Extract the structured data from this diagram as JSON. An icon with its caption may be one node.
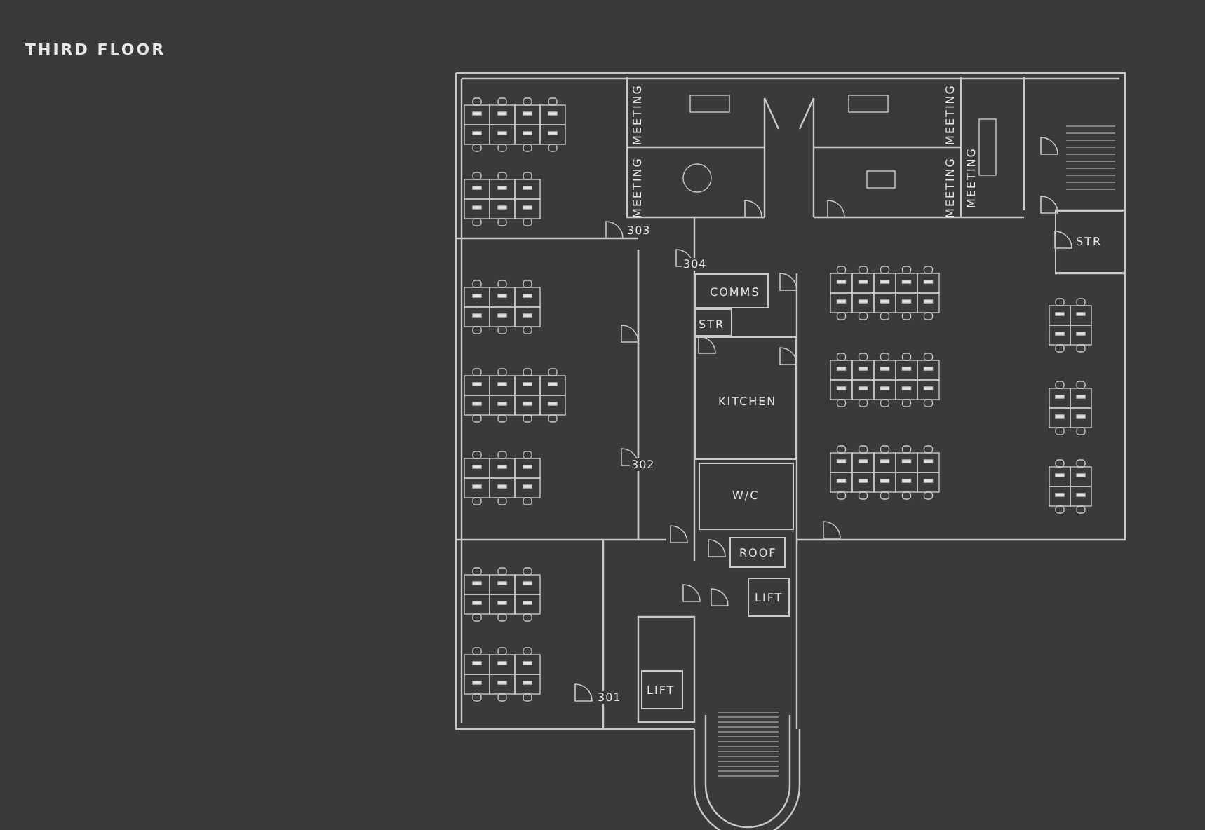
{
  "diagram": {
    "title": "THIRD FLOOR",
    "nodes": [
      {
        "text": [
          "MEETING"
        ]
      },
      {
        "text": [
          "MEETING"
        ]
      },
      {
        "text": [
          "MEETING"
        ]
      },
      {
        "text": [
          "MEETING"
        ]
      },
      {
        "text": [
          "MEETING"
        ]
      },
      {
        "text": [
          "STR"
        ]
      },
      {
        "text": [
          "COMMS"
        ]
      },
      {
        "text": [
          "STR"
        ]
      },
      {
        "text": [
          "KITCHEN"
        ]
      },
      {
        "text": [
          "W/C"
        ]
      },
      {
        "text": [
          "ROOF"
        ]
      },
      {
        "text": [
          "LIFT"
        ]
      },
      {
        "text": [
          "LIFT"
        ]
      }
    ],
    "edges": [],
    "labels": [
      "303",
      "304",
      "302",
      "301"
    ]
  }
}
